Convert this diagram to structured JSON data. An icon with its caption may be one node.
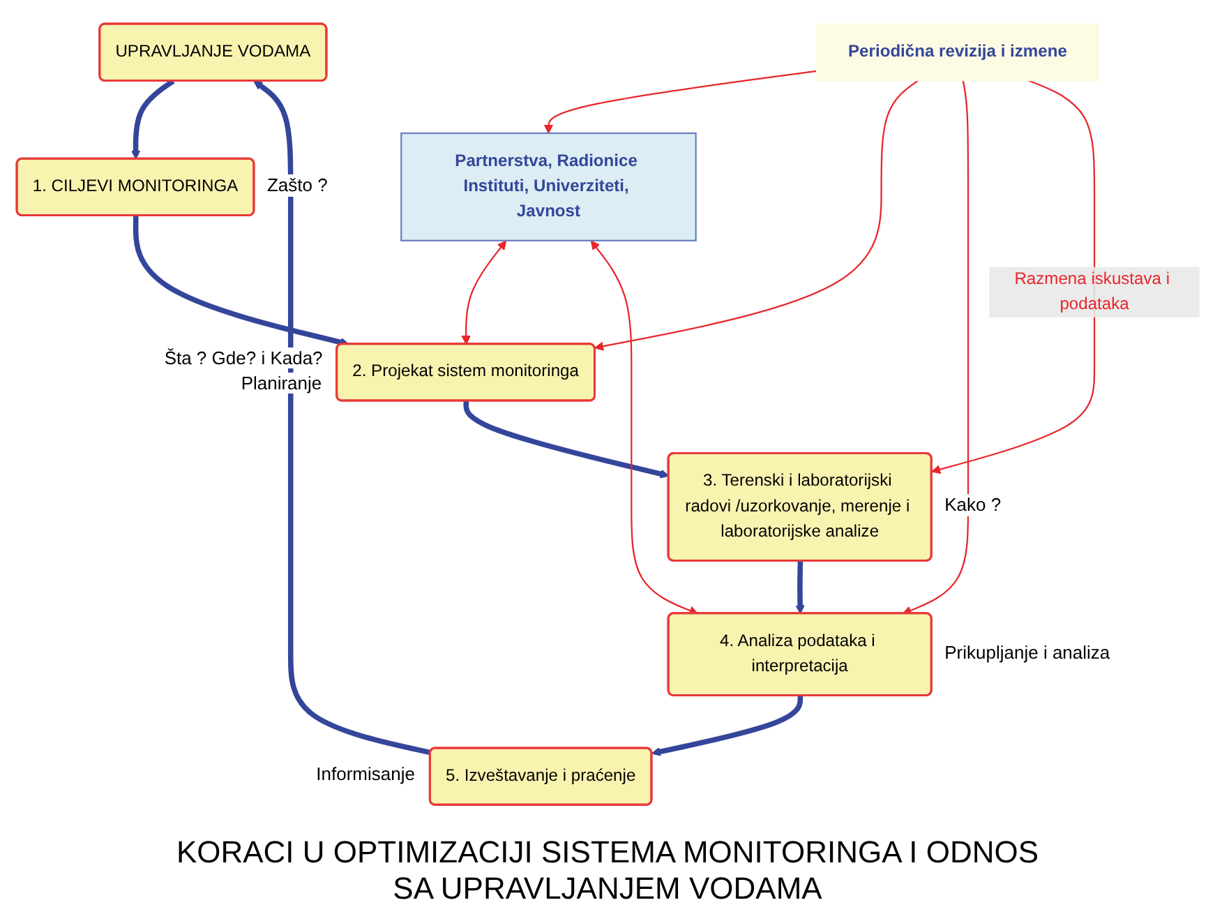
{
  "diagram": {
    "caption": "KORACI U OPTIMIZACIJI SISTEMA MONITORINGA I ODNOS SA UPRAVLJANJEM VODAMA",
    "nodes": [
      {
        "text": [
          "UPRAVLJANJE VODAMA"
        ]
      },
      {
        "text": [
          "1. CILJEVI MONITORINGA"
        ],
        "beside": [
          "Zašto ?"
        ]
      },
      {
        "text": [
          "2. Projekat sistem monitoringa"
        ],
        "beside": [
          "Šta ? Gde? i Kada?",
          "Planiranje"
        ]
      },
      {
        "text": [
          "3. Terenski i laboratorijski radovi /uzorkovanje, merenje i laboratorijske analize"
        ],
        "beside": [
          "Kako ?"
        ]
      },
      {
        "text": [
          "4. Analiza podataka i interpretacija"
        ],
        "beside": [
          "Prikupljanje i analiza"
        ]
      },
      {
        "text": [
          "5. Izveštavanje i praćenje"
        ],
        "beside": [
          "Informisanje"
        ]
      },
      {
        "text": [
          "Partnerstva, Radionice Instituti, Univerziteti, Javnost"
        ]
      },
      {
        "text": [
          "Periodična revizija i izmene"
        ]
      }
    ],
    "edges": [
      {
        "from": 0,
        "to": 1,
        "arrow": "to",
        "style": "thick",
        "color": "#34469a"
      },
      {
        "from": 1,
        "to": 2,
        "arrow": "to",
        "style": "thick",
        "color": "#34469a"
      },
      {
        "from": 2,
        "to": 3,
        "arrow": "to",
        "style": "thick",
        "color": "#34469a"
      },
      {
        "from": 3,
        "to": 4,
        "arrow": "to",
        "style": "thick",
        "color": "#34469a"
      },
      {
        "from": 4,
        "to": 5,
        "arrow": "to",
        "style": "thick",
        "color": "#34469a"
      },
      {
        "from": 5,
        "to": 0,
        "arrow": "to",
        "style": "thick",
        "color": "#34469a"
      },
      {
        "from": 6,
        "to": 2,
        "arrow": "both",
        "color": "#e8262b"
      },
      {
        "from": 6,
        "to": 4,
        "arrow": "both",
        "color": "#e8262b"
      },
      {
        "from": 7,
        "to": 6,
        "arrow": "to",
        "color": "#e8262b"
      },
      {
        "from": 7,
        "to": 2,
        "arrow": "to",
        "color": "#e8262b"
      },
      {
        "from": 7,
        "to": 4,
        "arrow": "to",
        "color": "#e8262b"
      },
      {
        "from": 7,
        "to": 3,
        "arrow": "to",
        "label": "Razmena iskustava i podataka",
        "color": "#e8262b"
      }
    ]
  }
}
